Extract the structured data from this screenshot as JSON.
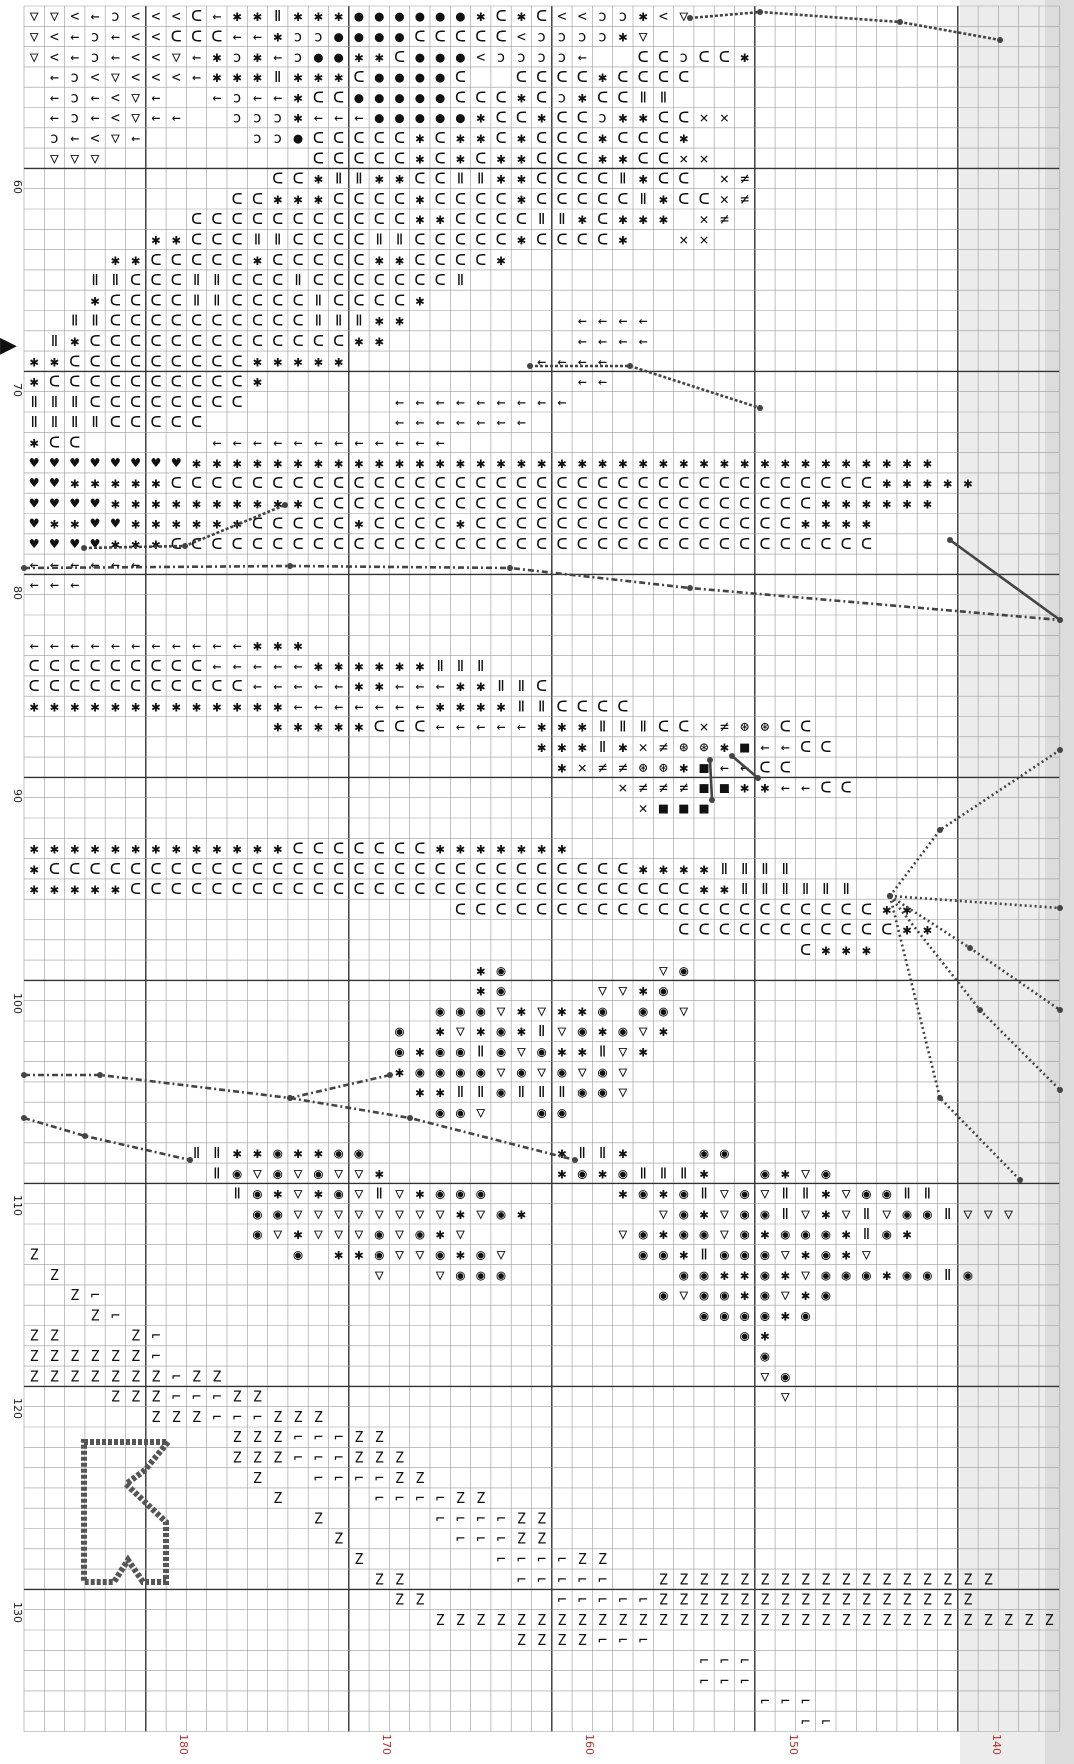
{
  "pattern": {
    "row_numbers": [
      "60",
      "70",
      "80",
      "90",
      "100",
      "110",
      "120",
      "130"
    ],
    "column_numbers": [
      "180",
      "170",
      "160",
      "150",
      "140"
    ],
    "row_marker_glyph": "▶",
    "colors": {
      "grid": "#9a9a9a",
      "grid_major": "#333333",
      "symbol": "#111111",
      "backstitch": "#444444",
      "column_label": "#b03030"
    }
  }
}
